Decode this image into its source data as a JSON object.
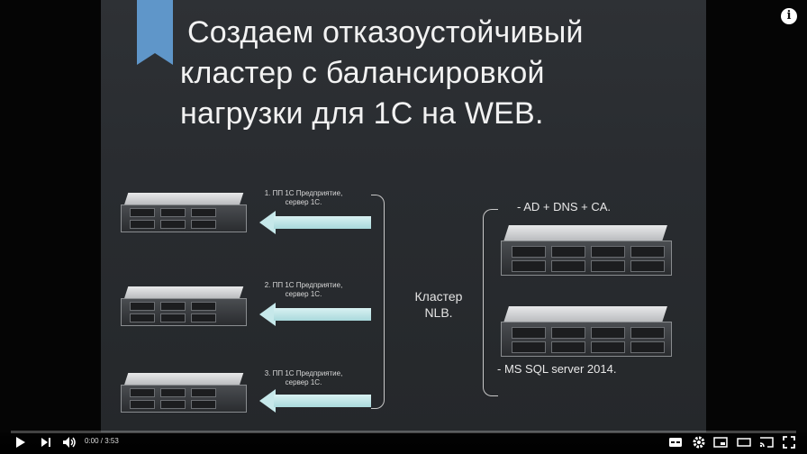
{
  "slide": {
    "title_lines": [
      "Создаем отказоустойчивый",
      "кластер с балансировкой",
      "нагрузки для 1С на WEB."
    ],
    "left_server_labels": [
      [
        "1. ПП 1С Предприятие,",
        "сервер 1С."
      ],
      [
        "2. ПП 1С Предприятие,",
        "сервер 1С."
      ],
      [
        "3. ПП 1С Предприятие,",
        "сервер 1С."
      ]
    ],
    "cluster_label": [
      "Кластер",
      "NLB."
    ],
    "right_top_label": "- AD + DNS + CA.",
    "right_bottom_label": "- MS SQL server 2014."
  },
  "player": {
    "time": "0:00 / 3:53",
    "progress_fraction": 0.0,
    "icons": [
      "play-icon",
      "next-icon",
      "volume-icon",
      "subtitles-icon",
      "settings-icon",
      "miniplayer-icon",
      "theater-icon",
      "cast-icon",
      "fullscreen-icon",
      "info-icon"
    ],
    "accent_color": "#ff0000"
  }
}
